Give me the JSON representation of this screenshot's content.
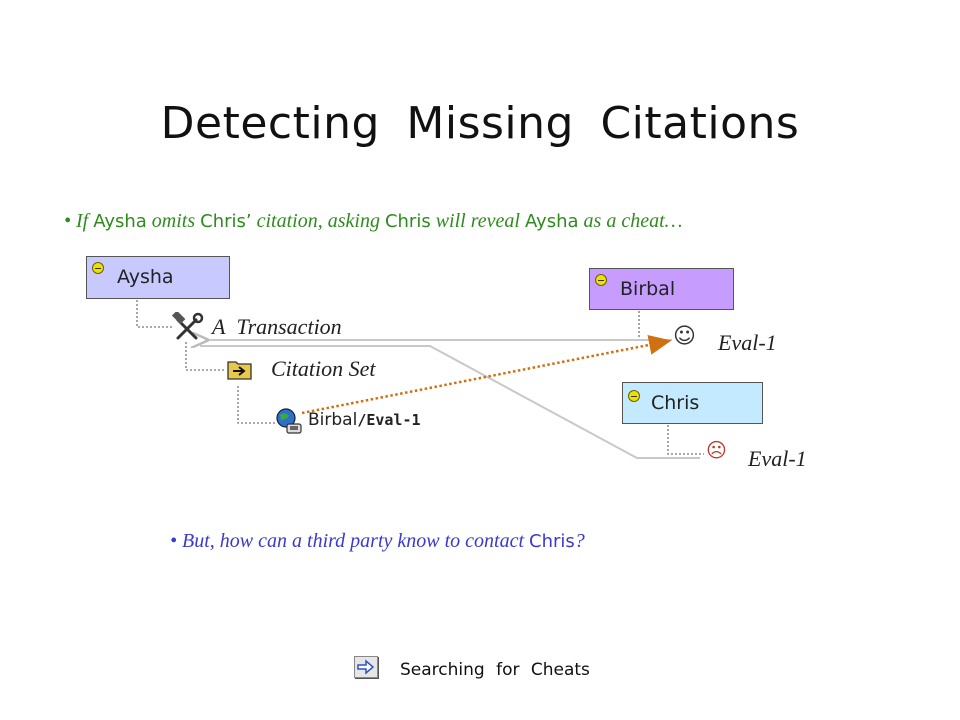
{
  "title": "Detecting Missing Citations",
  "bullet1": {
    "marker": "•",
    "p1": "If",
    "name1": "Aysha",
    "p2": "omits",
    "name2": "Chris’",
    "p3": "citation, asking",
    "name3": "Chris",
    "p4": "will reveal",
    "name4": "Aysha",
    "p5": "as a cheat…"
  },
  "bullet2": {
    "marker": "•",
    "p1": "But, how can a third party know to contact",
    "name1": "Chris",
    "p2": "?"
  },
  "nodes": {
    "aysha": "Aysha",
    "birbal": "Birbal",
    "chris": "Chris"
  },
  "tree": {
    "transaction": "A  Transaction",
    "citation_set": "Citation Set",
    "entry_name": "Birbal",
    "entry_path": "/Eval-1"
  },
  "evals": {
    "birbal": "Eval-1",
    "chris": "Eval-1"
  },
  "footer": "Searching for Cheats",
  "colors": {
    "bullet1": "#2e8b1e",
    "bullet2": "#3a3ad0",
    "aysha_box": "#c8caff",
    "birbal_box": "#c69cff",
    "chris_box": "#c4eaff",
    "citation_arrow": "#d07010"
  },
  "icons": {
    "transaction": "tools-icon",
    "citation_set": "folder-arrow-icon",
    "citation_entry": "network-globe-icon",
    "eval_ok": "happy-face-icon",
    "eval_bad": "sad-face-icon",
    "nav": "next-arrow-icon",
    "status": "smiley-icon"
  }
}
